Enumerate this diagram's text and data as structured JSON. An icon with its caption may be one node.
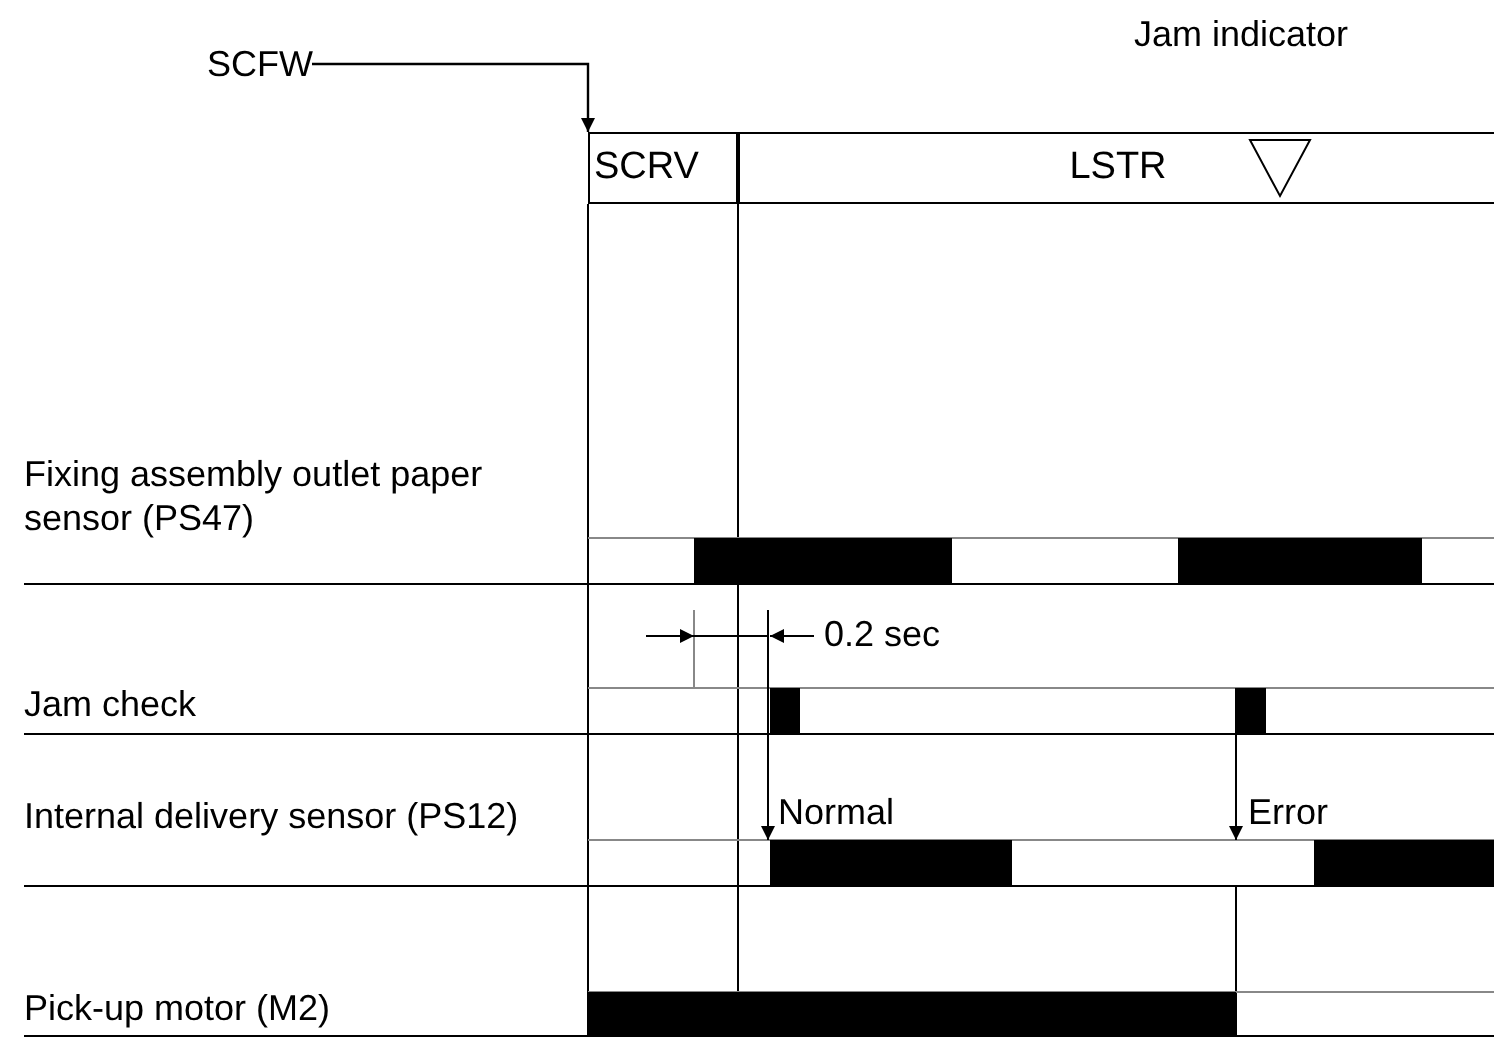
{
  "diagram": {
    "nodes": [
      {
        "text": [
          "SCFW"
        ]
      },
      {
        "text": [
          "SCRV"
        ]
      },
      {
        "text": [
          "LSTR"
        ]
      }
    ],
    "edges": [
      {
        "from": 0,
        "to": 1,
        "arrow": "to"
      }
    ],
    "labels": [
      "Jam indicator",
      "Fixing assembly outlet paper sensor (PS47)",
      "0.2 sec",
      "Jam check",
      "Internal delivery sensor (PS12)",
      "Normal",
      "Error",
      "Pick-up motor (M2)"
    ]
  }
}
